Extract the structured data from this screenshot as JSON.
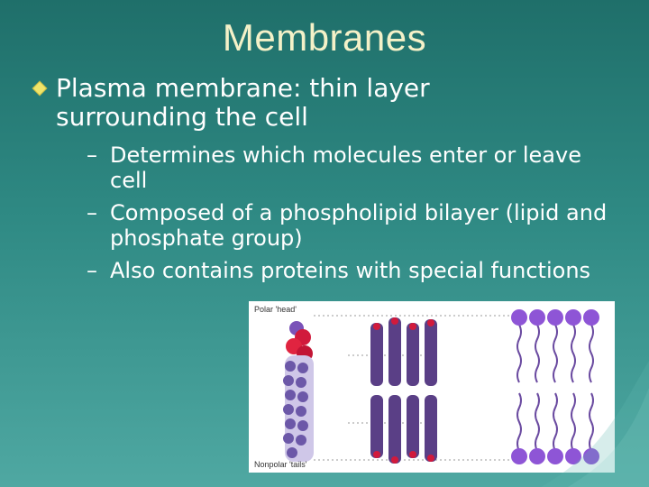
{
  "slide": {
    "title": "Membranes",
    "main_bullet": "Plasma membrane:  thin layer surrounding the cell",
    "sub_bullets": [
      "Determines which molecules enter or leave cell",
      "Composed of a phospholipid bilayer (lipid and phosphate group)",
      "Also contains proteins with special functions"
    ],
    "image": {
      "label_head": "Polar 'head'",
      "label_tails": "Nonpolar 'tails'"
    }
  },
  "colors": {
    "background": "#2f8a84",
    "title": "#f4f1c8",
    "bullet": "#f0e46a",
    "head": "#8e55d6",
    "tail": "#5a3f86",
    "accent_red": "#d11a3c"
  }
}
